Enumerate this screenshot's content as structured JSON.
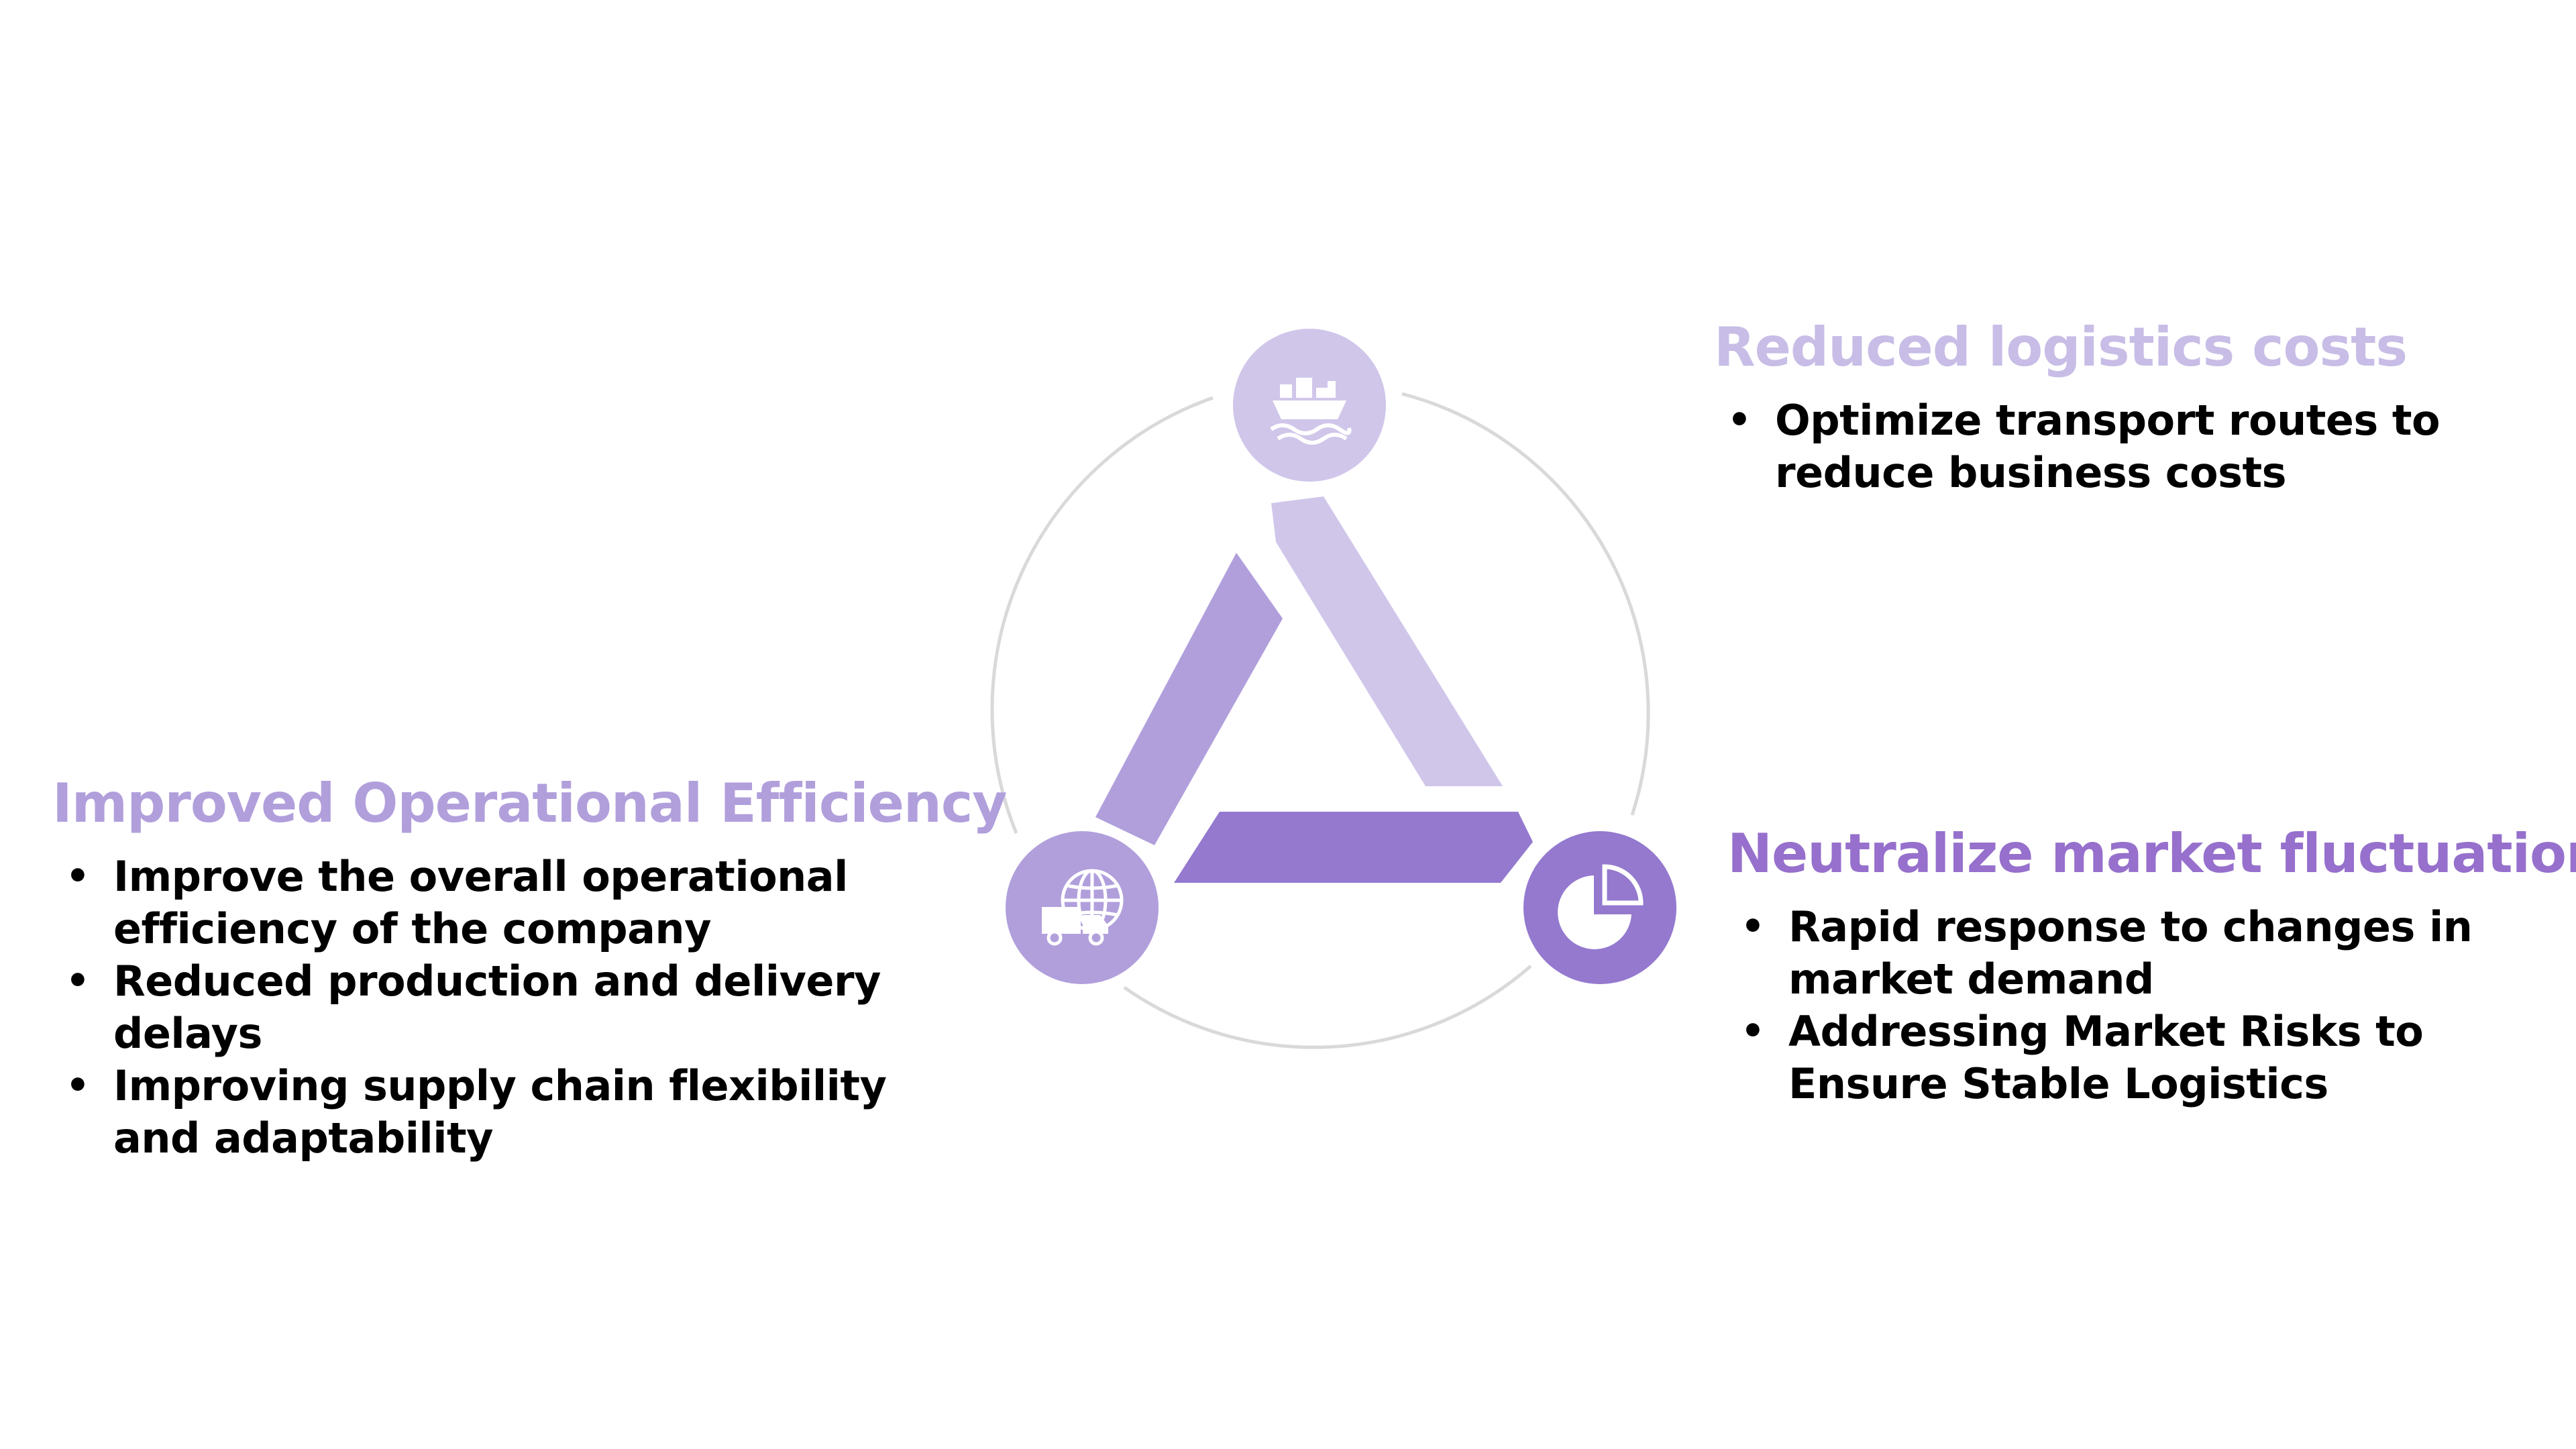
{
  "colors": {
    "light": "#d0c6ea",
    "medium": "#b19fdc",
    "dark": "#9479cf",
    "ring": "#d9d9d9",
    "title_logistics": "#c8bde6",
    "title_market": "#9670cc",
    "title_efficiency": "#b19fdc"
  },
  "icons": {
    "top": "cargo-ship-icon",
    "right": "pie-chart-icon",
    "left": "globe-truck-icon"
  },
  "logistics": {
    "title": "Reduced logistics costs",
    "bullets": [
      "Optimize transport routes to reduce business costs"
    ]
  },
  "market": {
    "title": "Neutralize market fluctuation",
    "bullets": [
      "Rapid response to changes in market demand",
      "Addressing Market Risks to Ensure Stable Logistics"
    ]
  },
  "efficiency": {
    "title": "Improved Operational Efficiency",
    "bullets": [
      "Improve the overall operational efficiency of the company",
      "Reduced production and delivery delays",
      "Improving supply chain flexibility and adaptability"
    ]
  }
}
